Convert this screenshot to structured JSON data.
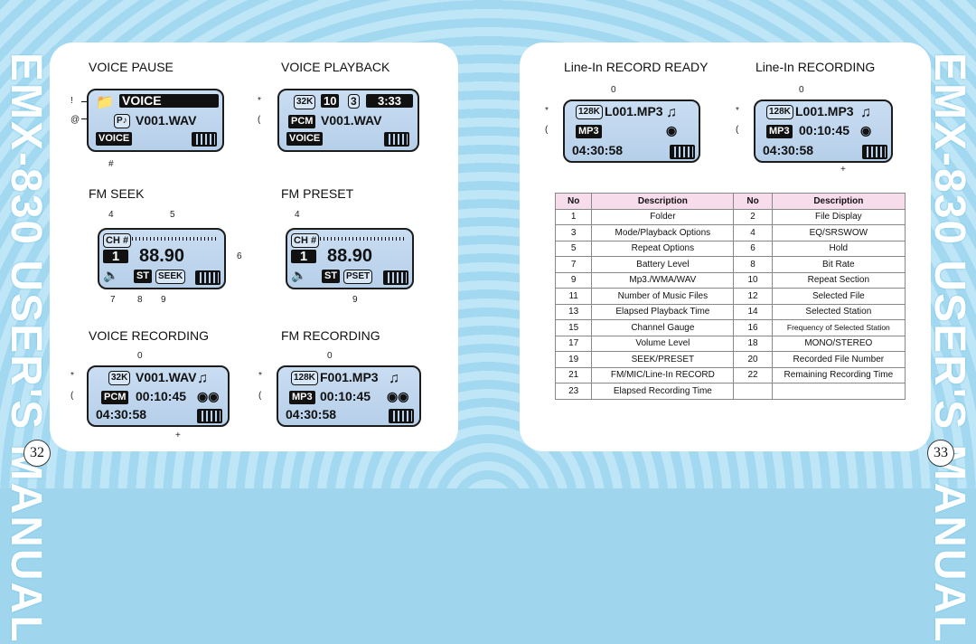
{
  "side_title": "EMX-830 USER'S MANUAL",
  "pages": {
    "left": "32",
    "right": "33"
  },
  "sections": {
    "voice_pause": "VOICE PAUSE",
    "voice_playback": "VOICE PLAYBACK",
    "fm_seek": "FM SEEK",
    "fm_preset": "FM PRESET",
    "voice_recording": "VOICE RECORDING",
    "fm_recording": "FM RECORDING",
    "linein_ready": "Line-In RECORD READY",
    "linein_recording": "Line-In RECORDING"
  },
  "callouts": {
    "excl": "!",
    "at": "@",
    "hash": "#",
    "star": "*",
    "paren": "(",
    "zero": "0",
    "plus": "+",
    "c4": "4",
    "c5": "5",
    "c6": "6",
    "c7": "7",
    "c8": "8",
    "c9": "9"
  },
  "screens": {
    "voice_pause": {
      "tag": "VOICE",
      "file": "V001.WAV",
      "mode": "VOICE"
    },
    "voice_playback": {
      "bitrate": "32K",
      "counter": "10",
      "current": "3",
      "time": "3:33",
      "codec": "PCM",
      "file": "V001.WAV",
      "mode": "VOICE"
    },
    "fm_seek": {
      "ch": "CH #",
      "preset": "1",
      "freq": "88.90",
      "st": "ST",
      "seek": "SEEK"
    },
    "fm_preset": {
      "ch": "CH #",
      "preset": "1",
      "freq": "88.90",
      "st": "ST",
      "pset": "PSET"
    },
    "voice_recording": {
      "bitrate": "32K",
      "file": "V001.WAV",
      "codec": "PCM",
      "elapsed": "00:10:45",
      "remaining": "04:30:58"
    },
    "fm_recording": {
      "bitrate": "128K",
      "file": "F001.MP3",
      "codec": "MP3",
      "elapsed": "00:10:45",
      "remaining": "04:30:58"
    },
    "linein_ready": {
      "bitrate": "128K",
      "file": "L001.MP3",
      "codec": "MP3",
      "remaining": "04:30:58"
    },
    "linein_recording": {
      "bitrate": "128K",
      "file": "L001.MP3",
      "codec": "MP3",
      "elapsed": "00:10:45",
      "remaining": "04:30:58"
    }
  },
  "table": {
    "headers": [
      "No",
      "Description",
      "No",
      "Description"
    ],
    "rows": [
      [
        "1",
        "Folder",
        "2",
        "File Display"
      ],
      [
        "3",
        "Mode/Playback Options",
        "4",
        "EQ/SRSWOW"
      ],
      [
        "5",
        "Repeat Options",
        "6",
        "Hold"
      ],
      [
        "7",
        "Battery Level",
        "8",
        "Bit Rate"
      ],
      [
        "9",
        "Mp3./WMA/WAV",
        "10",
        "Repeat Section"
      ],
      [
        "11",
        "Number of Music Files",
        "12",
        "Selected File"
      ],
      [
        "13",
        "Elapsed Playback Time",
        "14",
        "Selected Station"
      ],
      [
        "15",
        "Channel Gauge",
        "16",
        "Frequency of Selected Station"
      ],
      [
        "17",
        "Volume Level",
        "18",
        "MONO/STEREO"
      ],
      [
        "19",
        "SEEK/PRESET",
        "20",
        "Recorded File Number"
      ],
      [
        "21",
        "FM/MIC/Line-In RECORD",
        "22",
        "Remaining Recording Time"
      ],
      [
        "23",
        "Elapsed Recording Time",
        "",
        ""
      ]
    ]
  }
}
